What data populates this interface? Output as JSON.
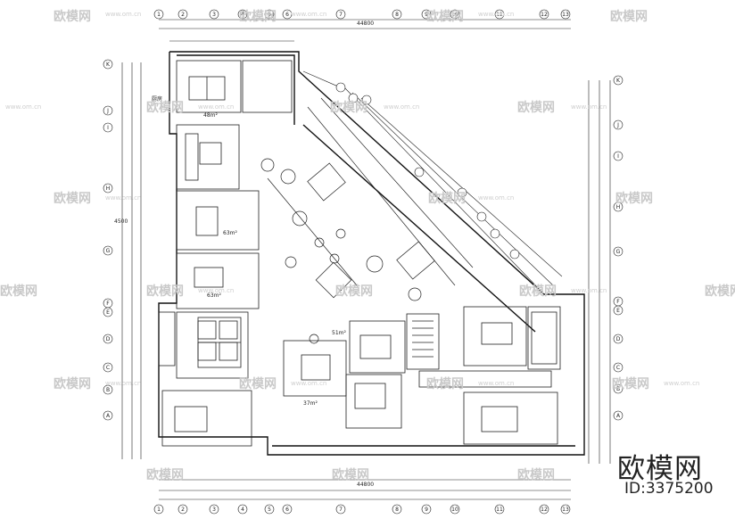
{
  "watermark": {
    "text": "欧模网",
    "url": "www.om.cn"
  },
  "brand": {
    "name": "欧模网",
    "id_label": "ID:3375200"
  },
  "plan": {
    "room_labels": [
      "厨房",
      "48m²",
      "63m²",
      "63m²",
      "51m²",
      "37m²"
    ],
    "axis_left": [
      "K",
      "J",
      "I",
      "H",
      "G",
      "F",
      "E",
      "D",
      "C",
      "B",
      "A"
    ],
    "axis_right": [
      "K",
      "J",
      "I",
      "H",
      "G",
      "F",
      "E",
      "D",
      "C",
      "B",
      "A"
    ],
    "axis_top": [
      "1",
      "2",
      "3",
      "4",
      "5",
      "6",
      "7",
      "8",
      "9",
      "10",
      "11",
      "12",
      "13"
    ],
    "overall_dims": [
      "44800",
      "44800",
      "4500"
    ]
  },
  "colors": {
    "line": "#1a1a1a",
    "watermark": "#c9c9c9"
  }
}
